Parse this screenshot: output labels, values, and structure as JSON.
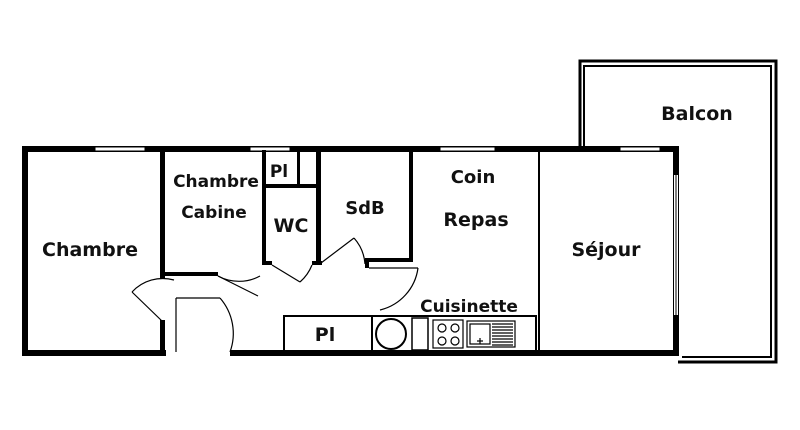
{
  "rooms": {
    "chambre": "Chambre",
    "chambre_cabine_1": "Chambre",
    "chambre_cabine_2": "Cabine",
    "placard_top": "Pl",
    "wc": "WC",
    "sdb": "SdB",
    "coin_repas_1": "Coin",
    "coin_repas_2": "Repas",
    "sejour": "Séjour",
    "balcon": "Balcon",
    "cuisinette": "Cuisinette",
    "placard_bottom": "Pl"
  }
}
